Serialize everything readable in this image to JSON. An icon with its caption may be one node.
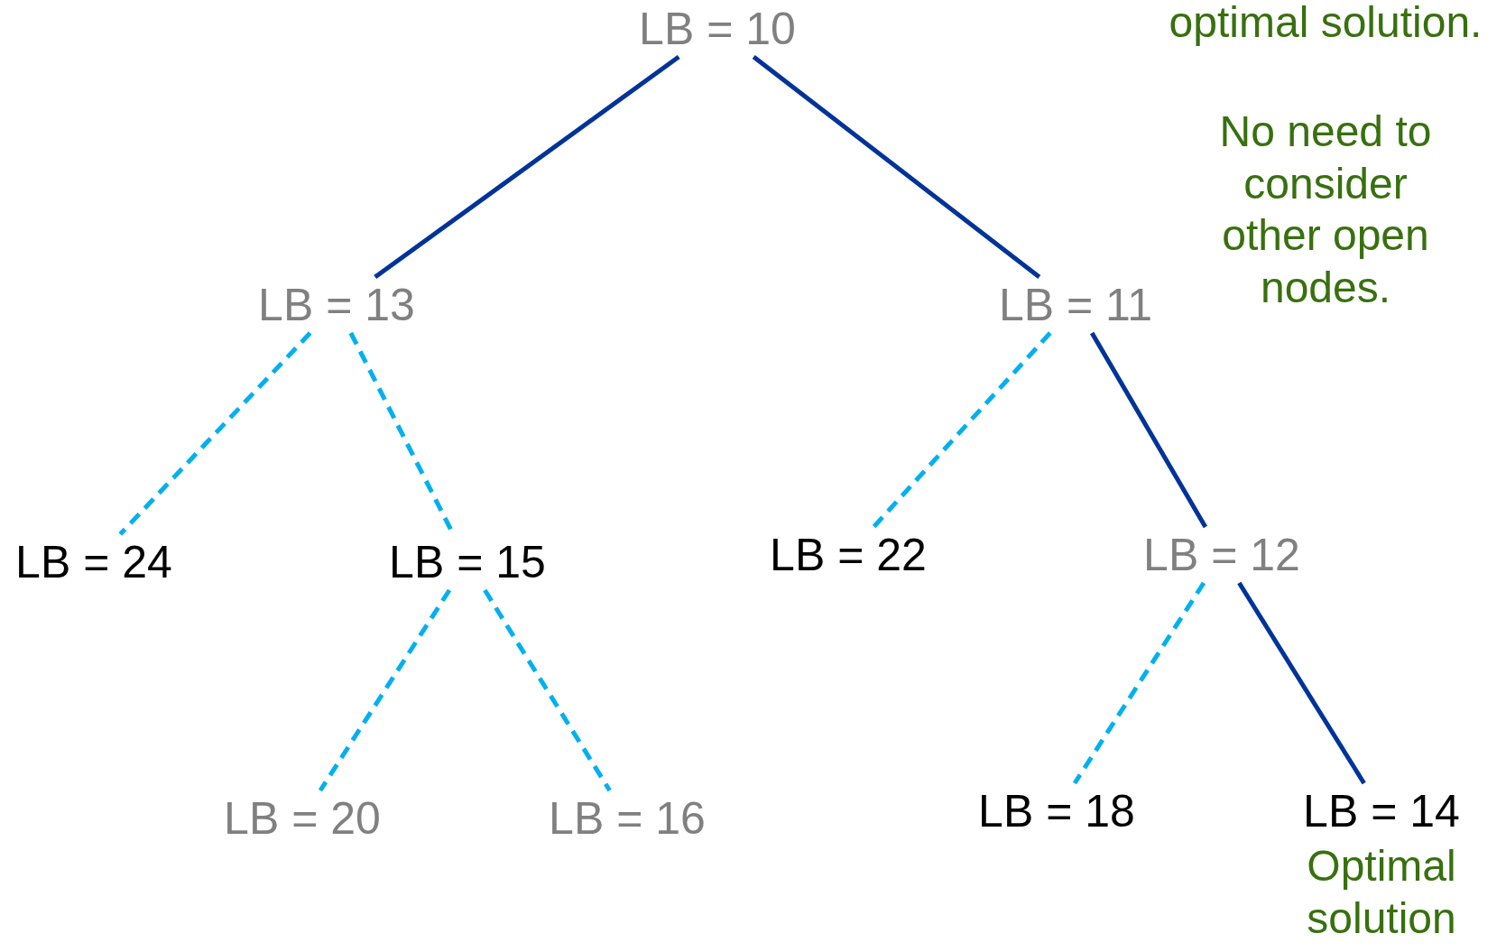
{
  "diagram": {
    "nodes": [
      {
        "text": [
          "LB = 10"
        ]
      },
      {
        "text": [
          "LB = 13"
        ]
      },
      {
        "text": [
          "LB = 11"
        ]
      },
      {
        "text": [
          "LB = 24"
        ]
      },
      {
        "text": [
          "LB = 15"
        ]
      },
      {
        "text": [
          "LB = 22"
        ]
      },
      {
        "text": [
          "LB = 12"
        ]
      },
      {
        "text": [
          "LB = 20"
        ]
      },
      {
        "text": [
          "LB = 16"
        ]
      },
      {
        "text": [
          "LB = 18"
        ]
      },
      {
        "text": [
          "LB = 14"
        ],
        "beside": [
          "Optimal solution"
        ]
      }
    ],
    "edges": [
      {
        "from": 0,
        "to": 1,
        "arrow": "none",
        "color": "#003399"
      },
      {
        "from": 0,
        "to": 2,
        "arrow": "none",
        "color": "#003399"
      },
      {
        "from": 1,
        "to": 3,
        "arrow": "none",
        "style": "dashed"
      },
      {
        "from": 1,
        "to": 4,
        "arrow": "none",
        "style": "dashed"
      },
      {
        "from": 2,
        "to": 5,
        "arrow": "none",
        "style": "dashed"
      },
      {
        "from": 2,
        "to": 6,
        "arrow": "none",
        "color": "#003399"
      },
      {
        "from": 4,
        "to": 7,
        "arrow": "none",
        "style": "dashed"
      },
      {
        "from": 4,
        "to": 8,
        "arrow": "none",
        "style": "dashed"
      },
      {
        "from": 6,
        "to": 9,
        "arrow": "none",
        "style": "dashed"
      },
      {
        "from": 6,
        "to": 10,
        "arrow": "none",
        "color": "#003399"
      }
    ],
    "labels": [
      "optimal solution.",
      "No need to consider other open nodes."
    ]
  }
}
